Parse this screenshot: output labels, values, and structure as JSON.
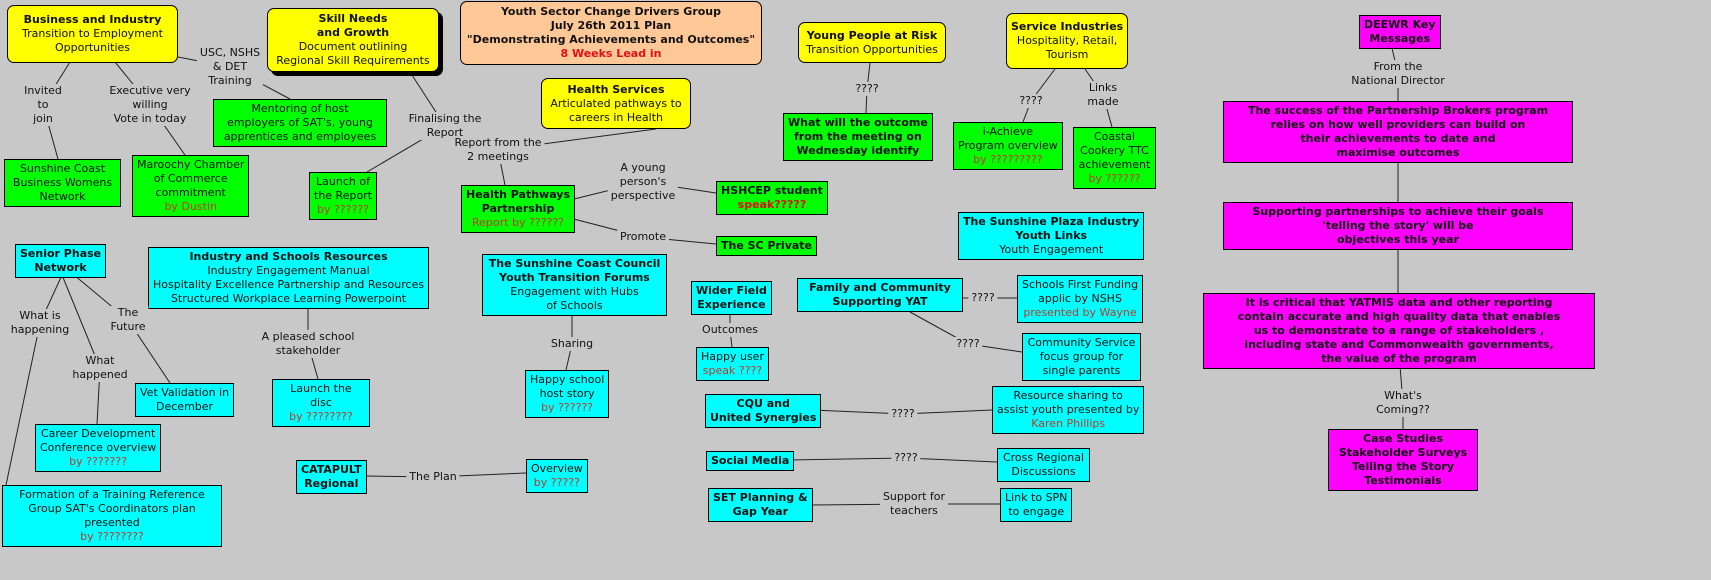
{
  "colors": {
    "background": "#c8c8c8",
    "yellow": "#ffff00",
    "green": "#00ff00",
    "cyan": "#00ffff",
    "magenta": "#ff00ff",
    "peach": "#ffc896",
    "note": "#c0392b"
  },
  "nodes": {
    "business": {
      "title": "Business and Industry",
      "body": "Transition to Employment\nOpportunities"
    },
    "skill": {
      "title": "Skill Needs\nand Growth",
      "body": "Document outlining\nRegional Skill Requirements"
    },
    "main_title": {
      "title": "Youth Sector Change Drivers Group\nJuly 26th 2011 Plan\n\"Demonstrating Achievements and Outcomes\"",
      "note": "8 Weeks Lead in"
    },
    "young": {
      "title": "Young People at Risk",
      "body": "Transition Opportunities"
    },
    "service": {
      "title": "Service Industries",
      "body": "Hospitality, Retail,\nTourism"
    },
    "deewr": {
      "title": "DEEWR Key\nMessages"
    },
    "health": {
      "title": "Health Services",
      "body": "Articulated pathways to\ncareers in Health"
    },
    "scbwn": {
      "body": "Sunshine Coast\nBusiness Womens\nNetwork"
    },
    "maroochy": {
      "body": "Maroochy Chamber\nof Commerce\ncommitment",
      "note": "by Dustin"
    },
    "mentoring": {
      "body": "Mentoring of host\nemployers of SAT's, young\napprentices and employees"
    },
    "launch_report": {
      "body": "Launch of\nthe Report",
      "note": "by ??????"
    },
    "what_will": {
      "title": "What will the outcome\nfrom the meeting on\nWednesday identify"
    },
    "iachieve": {
      "body": "i-Achieve\nProgram overview",
      "note": "by ?????????"
    },
    "coastal": {
      "body": "Coastal\nCookery TTC\nachievement",
      "note": "by ??????"
    },
    "hshcep": {
      "title": "HSHCEP student",
      "note": "speak?????"
    },
    "hpp": {
      "title": "Health Pathways\nPartnership",
      "note": "Report by ??????"
    },
    "scprivate": {
      "title": "The SC Private"
    },
    "partnership": {
      "title": "The success of the Partnership Brokers program\nrelies on how well providers can build on\ntheir achievements to date and\nmaximise outcomes"
    },
    "supporting": {
      "title": "Supporting partnerships to achieve their goals\n'telling the story' will be\nobjectives this year"
    },
    "critical": {
      "title": "It is critical that YATMIS data and other reporting\ncontain accurate and high quality data that enables\nus to demonstrate to a range of stakeholders ,\nincluding state and Commonwealth governments,\nthe value of the program"
    },
    "casestudies": {
      "title": "Case Studies\nStakeholder Surveys\nTelling the Story\nTestimonials"
    },
    "plaza": {
      "title": "The Sunshine Plaza Industry\nYouth Links",
      "body": "Youth Engagement"
    },
    "senior": {
      "title": "Senior Phase\nNetwork"
    },
    "isr": {
      "title": "Industry and Schools Resources",
      "body": "Industry Engagement Manual\nHospitality Excellence Partnership and Resources\nStructured Workplace Learning Powerpoint"
    },
    "ytf": {
      "title": "The Sunshine Coast Council\nYouth Transition Forums",
      "body": "Engagement with Hubs\nof Schools"
    },
    "wider": {
      "title": "Wider Field\nExperience"
    },
    "family": {
      "title": "Family and Community\nSupporting YAT"
    },
    "schoolsfirst": {
      "body": "Schools First Funding\napplic by NSHS",
      "note": "presented by Wayne"
    },
    "community": {
      "body": "Community Service\nfocus group for\nsingle parents"
    },
    "happyuser": {
      "body": "Happy user",
      "note": "speak ????"
    },
    "vet": {
      "body": "Vet Validation in\nDecember"
    },
    "disc": {
      "body": "Launch the\ndisc",
      "note": "by ????????"
    },
    "happyschool": {
      "body": "Happy school\nhost story",
      "note": "by ??????"
    },
    "cqu": {
      "title": "CQU and\nUnited Synergies"
    },
    "resource": {
      "body": "Resource sharing to\nassist youth presented by",
      "note": "Karen Phillips"
    },
    "career": {
      "body": "Career Development\nConference overview",
      "note": "by ???????"
    },
    "catapult": {
      "title": "CATAPULT\nRegional"
    },
    "overview": {
      "body": "Overview",
      "note": "by ?????"
    },
    "social": {
      "title": "Social Media"
    },
    "crossreg": {
      "body": "Cross Regional\nDiscussions"
    },
    "formation": {
      "body": "Formation of a Training Reference\nGroup SAT's Coordinators plan\npresented",
      "note": "by ????????"
    },
    "setplan": {
      "title": "SET Planning &\nGap Year"
    },
    "linkspn": {
      "body": "Link to SPN\nto engage"
    }
  },
  "links": [
    "Invited\nto\njoin",
    "Executive very\nwilling\nVote in today",
    "USC, NSHS\n& DET\nTraining",
    "Finalising the\nReport",
    "????",
    "????",
    "Links\nmade",
    "From the\nNational Director",
    "",
    "",
    "What's\nComing??",
    "Report from the\n2 meetings",
    "A young\nperson's\nperspective",
    "Promote",
    "What is\nhappening",
    "What\nhappened",
    "The\nFuture",
    "A pleased school\nstakeholder",
    "Sharing",
    "Outcomes",
    "????",
    "????",
    "????",
    "????",
    "The Plan",
    "Support for\nteachers"
  ]
}
